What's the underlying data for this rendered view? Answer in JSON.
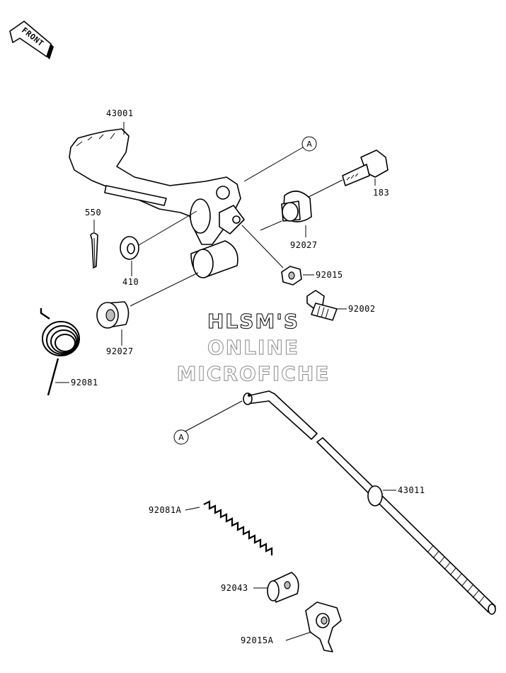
{
  "front_arrow": {
    "label": "FRONT"
  },
  "watermark": {
    "line1": "HLSM'S",
    "line2": "ONLINE",
    "line3": "MICROFICHE"
  },
  "reference_marks": {
    "a1": "A",
    "a2": "A"
  },
  "parts": {
    "p43001": "43001",
    "p550": "550",
    "p410": "410",
    "p92027_left": "92027",
    "p92081": "92081",
    "p183": "183",
    "p92027_right": "92027",
    "p92015": "92015",
    "p92002": "92002",
    "p43011": "43011",
    "p92081A": "92081A",
    "p92043": "92043",
    "p92015A": "92015A"
  }
}
